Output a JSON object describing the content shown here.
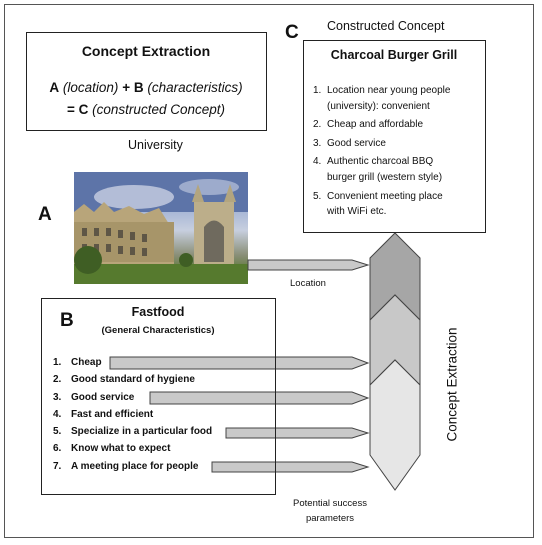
{
  "diagram": {
    "extraction_box": {
      "title": "Concept Extraction",
      "formula_a": "A",
      "formula_location": "(location)",
      "formula_plus_b": "+ B",
      "formula_characteristics": "(characteristics)",
      "formula_eq_c": "= C",
      "formula_constructed": "(constructed Concept)"
    },
    "university_label": "University",
    "letter_a": "A",
    "letter_b": "B",
    "letter_c": "C",
    "constructed_concept_label": "Constructed Concept",
    "concept_c": {
      "title": "Charcoal Burger Grill",
      "items": [
        {
          "num": "1.",
          "lines": [
            "Location near young people",
            "(university): convenient"
          ]
        },
        {
          "num": "2.",
          "lines": [
            "Cheap and affordable"
          ]
        },
        {
          "num": "3.",
          "lines": [
            "Good service"
          ]
        },
        {
          "num": "4.",
          "lines": [
            "Authentic charcoal BBQ",
            "burger grill (western style)"
          ]
        },
        {
          "num": "5.",
          "lines": [
            "Convenient meeting place",
            "with WiFi etc."
          ]
        }
      ]
    },
    "fastfood": {
      "title": "Fastfood",
      "subtitle": "(General Characteristics)",
      "items": [
        {
          "num": "1.",
          "text": "Cheap"
        },
        {
          "num": "2.",
          "text": "Good standard of hygiene"
        },
        {
          "num": "3.",
          "text": "Good service"
        },
        {
          "num": "4.",
          "text": "Fast and efficient"
        },
        {
          "num": "5.",
          "text": "Specialize in a particular food"
        },
        {
          "num": "6.",
          "text": "Know what to expect"
        },
        {
          "num": "7.",
          "text": "A meeting place for people"
        }
      ]
    },
    "location_label": "Location",
    "concept_extraction_vertical": "Concept Extraction",
    "potential_success_line1": "Potential success",
    "potential_success_line2": "parameters",
    "colors": {
      "chevron_dark": "#a6a6a6",
      "chevron_mid": "#c8c8c8",
      "chevron_light": "#e6e6e6",
      "arrow_fill": "#c9c9c9",
      "border": "#222222"
    }
  }
}
